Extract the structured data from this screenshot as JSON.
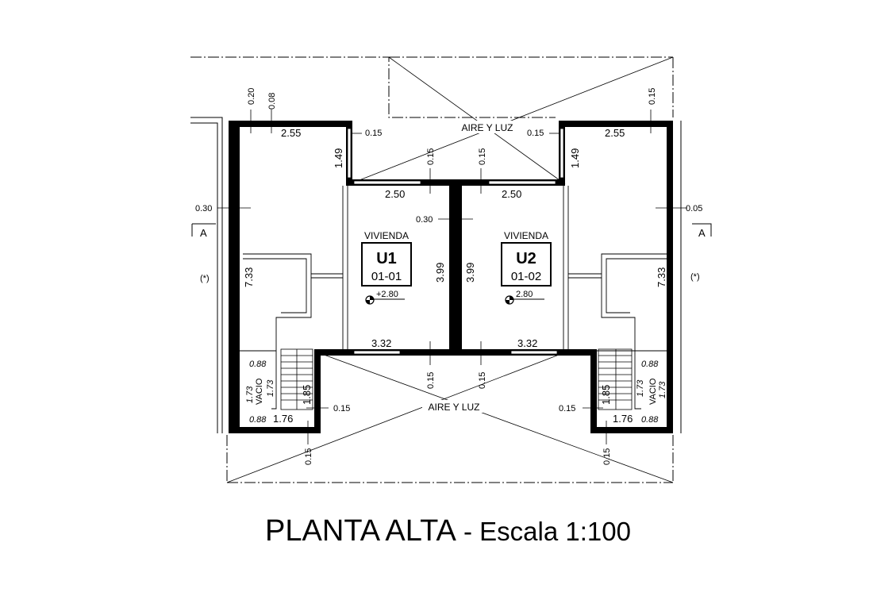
{
  "caption": {
    "main": "PLANTA ALTA",
    "sep": " - ",
    "scale": "Escala 1:100"
  },
  "units": [
    {
      "label": "VIVIENDA",
      "name": "U1",
      "code": "01-01",
      "level": "+2.80"
    },
    {
      "label": "VIVIENDA",
      "name": "U2",
      "code": "01-02",
      "level": "2.80"
    }
  ],
  "aire_y_luz": "AIRE Y LUZ",
  "section_mark": "A",
  "note": "(*)",
  "vacio": "VACIO",
  "dims": {
    "d020": "0.20",
    "d008": "0.08",
    "d015": "0.15",
    "d255": "2.55",
    "d149": "1.49",
    "d250": "2.50",
    "d030": "0.30",
    "d005": "0.05",
    "d733": "7.33",
    "d399": "3.99",
    "d332": "3.32",
    "d088": "0.88",
    "d173": "1.73",
    "d185": "1.85",
    "d176": "1.76"
  }
}
